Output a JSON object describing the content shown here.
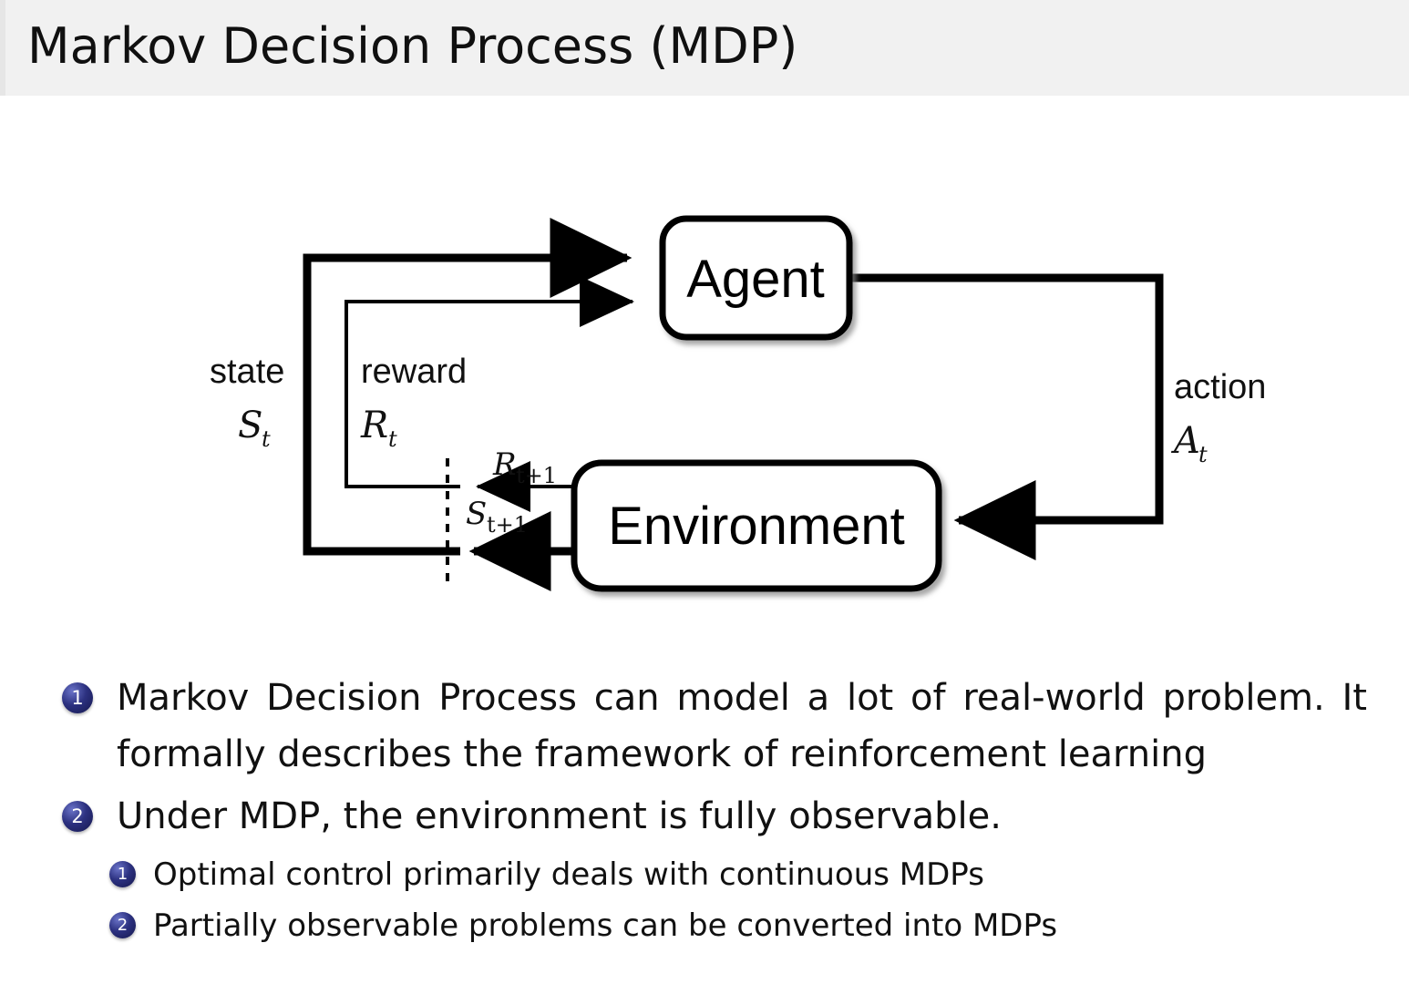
{
  "slide": {
    "title": "Markov Decision Process (MDP)"
  },
  "diagram": {
    "nodes": {
      "agent": "Agent",
      "environment": "Environment"
    },
    "edges": {
      "state_label": "state",
      "state_symbol": "S",
      "state_symbol_sub": "t",
      "reward_label": "reward",
      "reward_symbol": "R",
      "reward_symbol_sub": "t",
      "action_label": "action",
      "action_symbol": "A",
      "action_symbol_sub": "t",
      "reward_next_symbol": "R",
      "reward_next_sub": "t+1",
      "state_next_symbol": "S",
      "state_next_sub": "t+1"
    }
  },
  "bullets": {
    "level1": [
      {
        "marker": "1",
        "text": "Markov Decision Process can model a lot of real-world problem. It formally describes the framework of reinforcement learning"
      },
      {
        "marker": "2",
        "text": "Under MDP, the environment is fully observable."
      }
    ],
    "level2": [
      {
        "marker": "1",
        "text": "Optimal control primarily deals with continuous MDPs"
      },
      {
        "marker": "2",
        "text": "Partially observable problems can be converted into MDPs"
      }
    ]
  },
  "colors": {
    "title_bar_background": "#f1f1f1",
    "bullet_marker": "#2c3180",
    "diagram_stroke": "#000000",
    "page_background": "#ffffff"
  }
}
